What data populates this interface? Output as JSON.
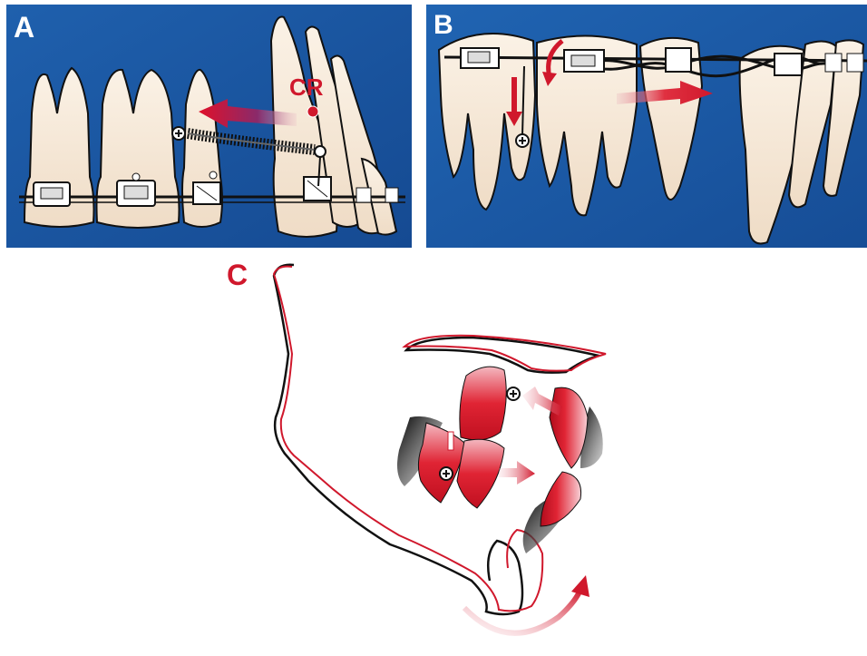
{
  "panels": {
    "a": {
      "label": "A",
      "cr_label": "CR"
    },
    "b": {
      "label": "B"
    },
    "c": {
      "label": "C"
    }
  },
  "colors": {
    "panel_background": "#1c58a4",
    "accent_red": "#d0182c",
    "tooth": "#f6e8d8",
    "outline": "#111111"
  }
}
